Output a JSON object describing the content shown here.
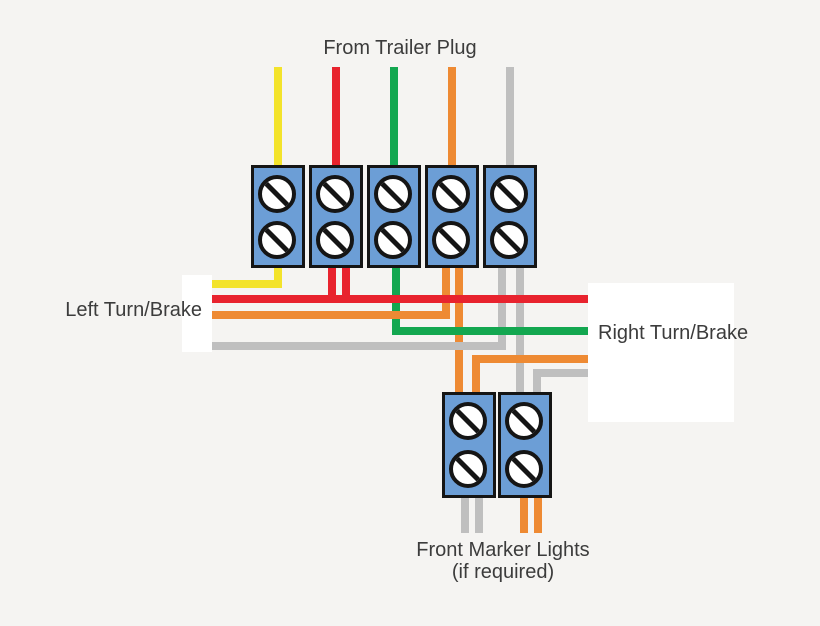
{
  "labels": {
    "from_trailer_plug": "From Trailer Plug",
    "left_turn_brake": "Left Turn/Brake",
    "right_turn_brake": "Right Turn/Brake",
    "front_marker_lights": "Front Marker Lights",
    "if_required": "(if required)"
  },
  "colors": {
    "background": "#f5f4f2",
    "yellow": "#f3e32b",
    "red": "#e8232e",
    "green": "#13a750",
    "orange": "#ee8a33",
    "gray": "#bfbfbf",
    "terminal_blue": "#6c9ed6",
    "outline": "#151515",
    "label_box": "#ffffff",
    "text": "#3c3c3c"
  },
  "terminals": {
    "main_strip": {
      "blocks": 5,
      "screws_per_block": 2
    },
    "marker_block": {
      "blocks": 2,
      "screws_per_block": 2
    }
  },
  "wires": [
    {
      "color": "yellow",
      "from": "trailer plug terminal 1",
      "to": "Left Turn/Brake"
    },
    {
      "color": "red",
      "from": "trailer plug terminal 2",
      "to": "Left Turn/Brake and Right Turn/Brake"
    },
    {
      "color": "green",
      "from": "trailer plug terminal 3",
      "to": "Right Turn/Brake"
    },
    {
      "color": "orange",
      "from": "trailer plug terminal 4",
      "to": "left side run and front marker light terminal"
    },
    {
      "color": "gray",
      "from": "trailer plug terminal 5",
      "to": "left side run and front marker light terminal"
    }
  ]
}
